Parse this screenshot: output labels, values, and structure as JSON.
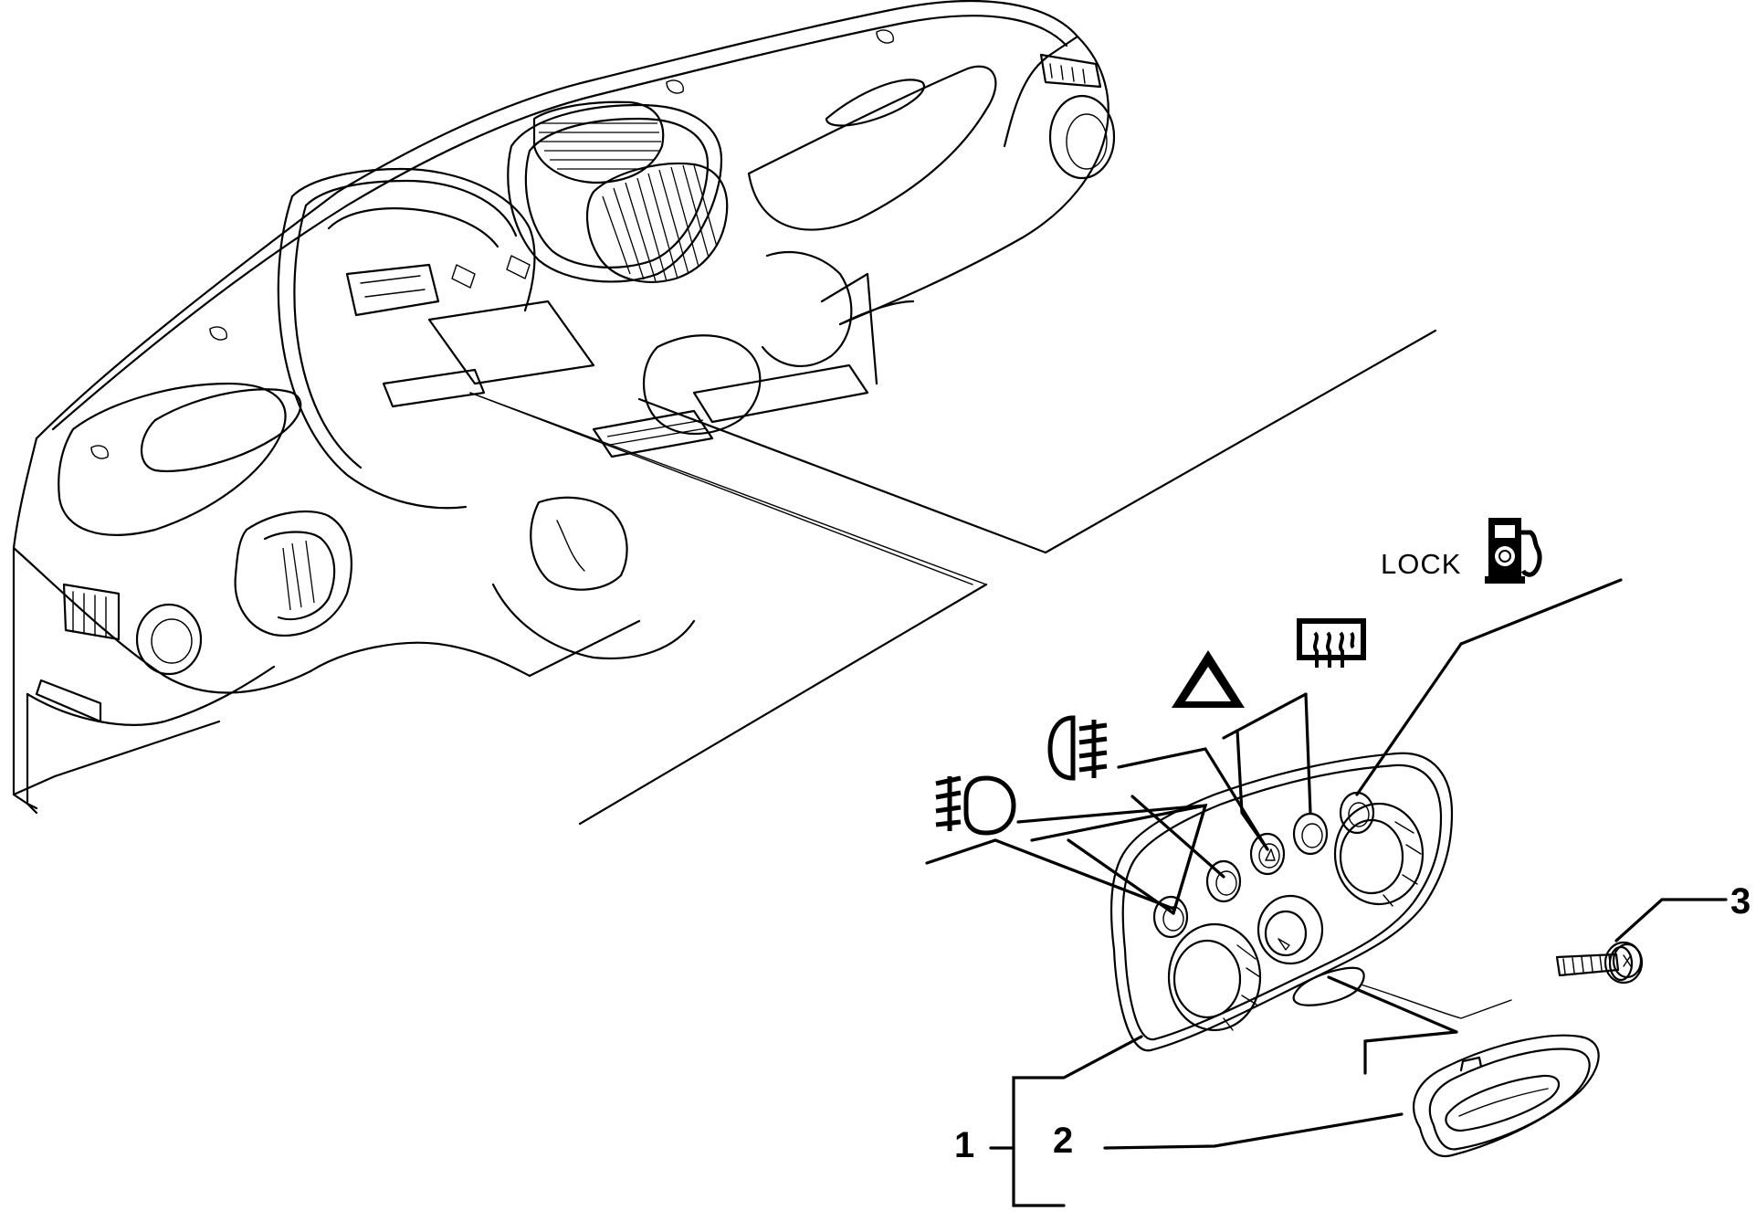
{
  "callouts": {
    "part1": "1",
    "part2": "2",
    "part3": "3"
  },
  "symbols": {
    "lock_text": "LOCK",
    "icons": [
      "rear-fog-light-icon",
      "front-fog-light-icon",
      "hazard-warning-icon",
      "rear-defroster-icon",
      "fuel-lock-icon"
    ]
  },
  "colors": {
    "line": "#000000",
    "background": "#ffffff"
  }
}
